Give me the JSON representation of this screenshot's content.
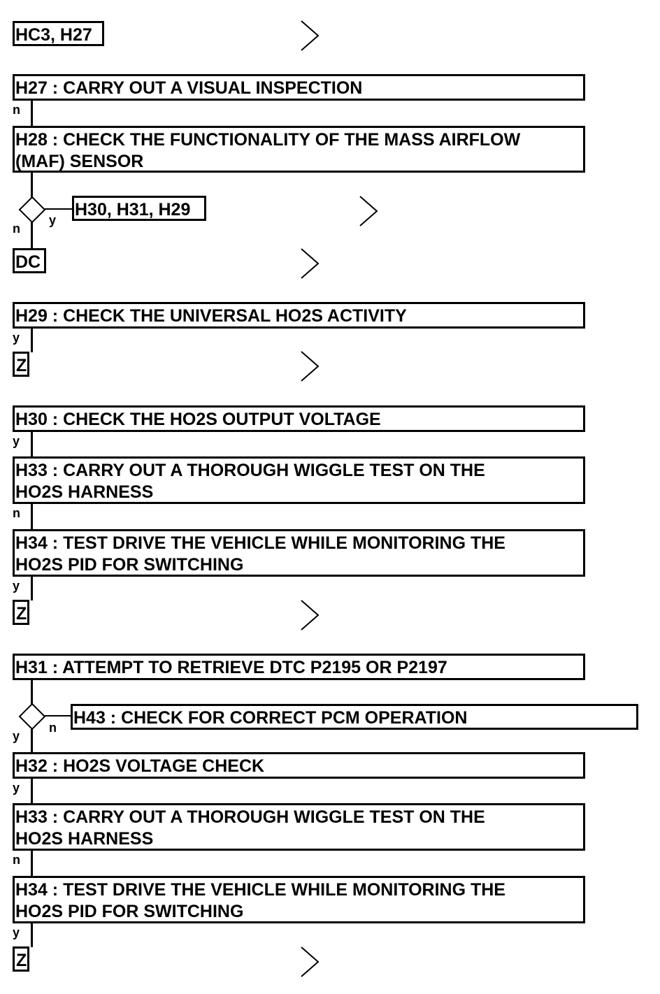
{
  "nodes": {
    "hc3_h27": "HC3, H27",
    "h27": "H27 : CARRY OUT A VISUAL INSPECTION",
    "h28": "H28 : CHECK THE FUNCTIONALITY OF THE MASS AIRFLOW\n(MAF) SENSOR",
    "h30_h31_h29": "H30, H31, H29",
    "dc": "DC",
    "h29": "H29 : CHECK THE UNIVERSAL HO2S ACTIVITY",
    "z1": "Z",
    "h30": "H30 : CHECK THE HO2S OUTPUT VOLTAGE",
    "h33a": "H33 : CARRY OUT A THOROUGH WIGGLE TEST ON THE\nHO2S HARNESS",
    "h34a": "H34 : TEST DRIVE THE VEHICLE WHILE MONITORING THE\nHO2S PID FOR SWITCHING",
    "z2": "Z",
    "h31": "H31 : ATTEMPT TO RETRIEVE DTC P2195 OR P2197",
    "h43": "H43 : CHECK FOR CORRECT PCM OPERATION",
    "h32": "H32 : HO2S VOLTAGE CHECK",
    "h33b": "H33 : CARRY OUT A THOROUGH WIGGLE TEST ON THE\nHO2S HARNESS",
    "h34b": "H34 : TEST DRIVE THE VEHICLE WHILE MONITORING THE\nHO2S PID FOR SWITCHING",
    "z3": "Z"
  },
  "labels": {
    "n1": "n",
    "n2": "n",
    "y1": "y",
    "y2": "y",
    "y3": "y",
    "n3": "n",
    "y4": "y",
    "n4": "n",
    "y5": "y",
    "y6": "y",
    "n5": "n",
    "y7": "y"
  }
}
